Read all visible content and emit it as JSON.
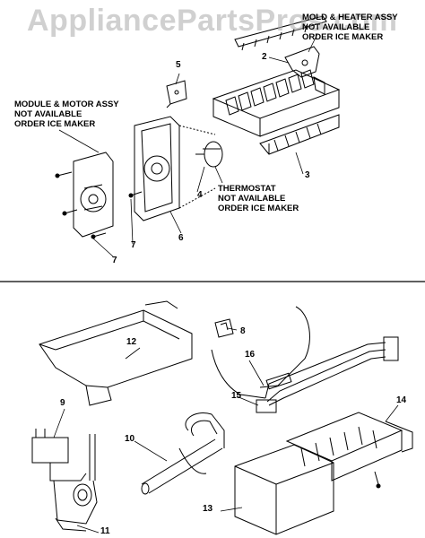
{
  "watermark": "AppliancePartsPros.com",
  "labels": {
    "mold_heater": [
      "MOLD & HEATER ASSY",
      "NOT AVAILABLE",
      "ORDER ICE MAKER"
    ],
    "module_motor": [
      "MODULE & MOTOR ASSY",
      "NOT AVAILABLE",
      "ORDER ICE MAKER"
    ],
    "thermostat": [
      "THERMOSTAT",
      "NOT AVAILABLE",
      "ORDER ICE MAKER"
    ]
  },
  "callouts": [
    "2",
    "3",
    "4",
    "5",
    "6",
    "7",
    "7",
    "8",
    "9",
    "10",
    "11",
    "12",
    "13",
    "14",
    "15",
    "16"
  ],
  "colors": {
    "line": "#000000",
    "watermark": "#aaaaaa",
    "background": "#ffffff"
  }
}
